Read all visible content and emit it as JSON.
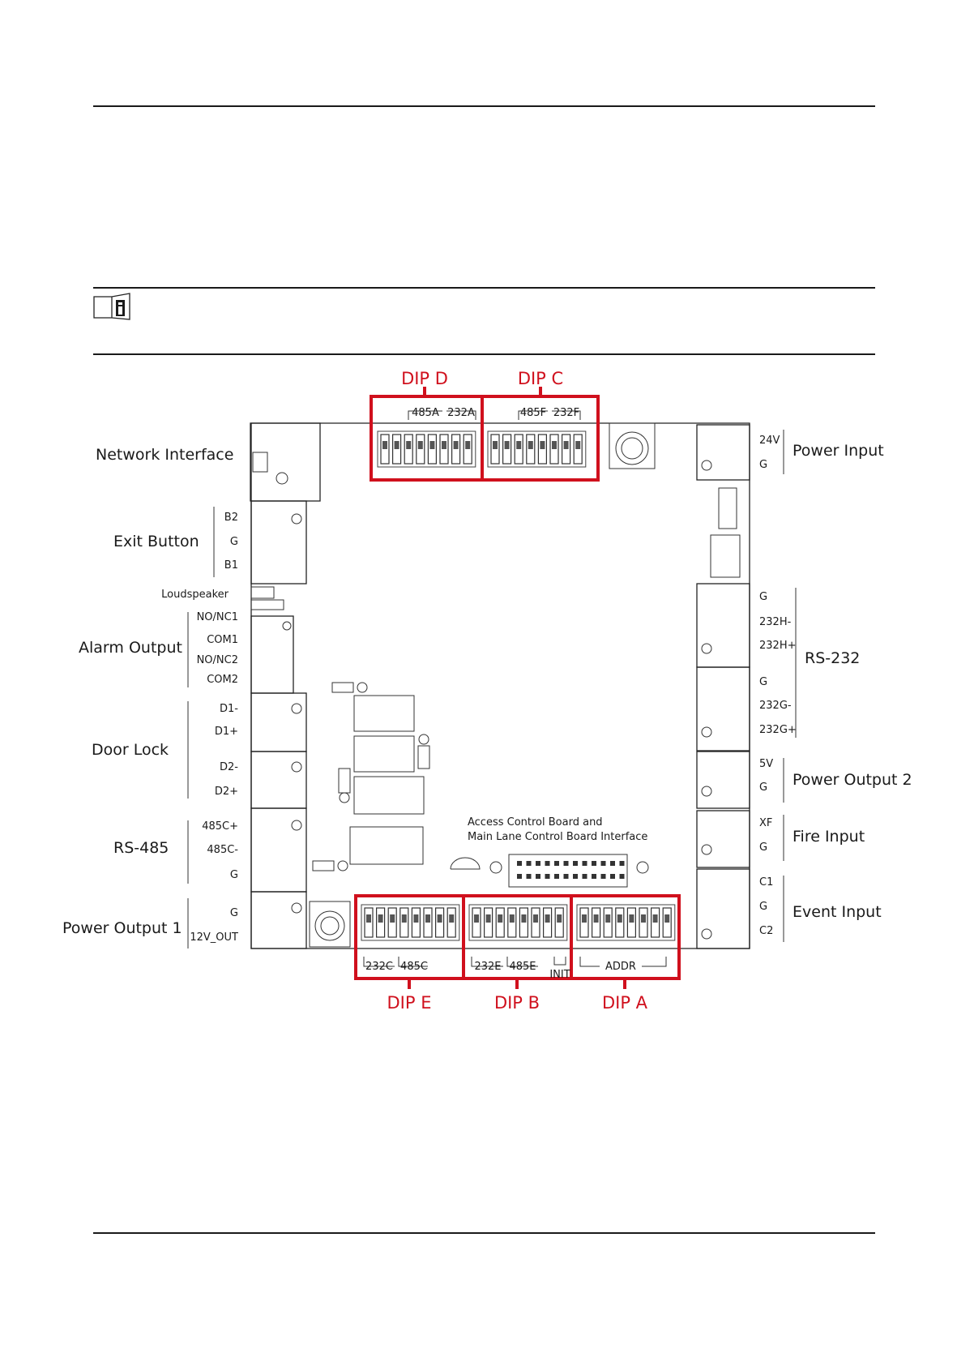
{
  "note_icon": "info-book-icon",
  "colors": {
    "accent": "#d0101d",
    "line": "#222222"
  },
  "dip_labels": {
    "dip_d": "DIP D",
    "dip_c": "DIP C",
    "dip_e": "DIP E",
    "dip_b": "DIP B",
    "dip_a": "DIP A"
  },
  "dip_sub": {
    "d1": "485A",
    "d2": "232A",
    "c1": "485F",
    "c2": "232F",
    "e1": "232C",
    "e2": "485C",
    "b1": "232E",
    "b2": "485E",
    "b3": "INIT",
    "a1": "ADDR"
  },
  "left": {
    "network": "Network Interface",
    "exit": {
      "title": "Exit Button",
      "pins": [
        "B2",
        "G",
        "B1"
      ]
    },
    "loudspeaker": "Loudspeaker",
    "alarm": {
      "title": "Alarm Output",
      "pins": [
        "NO/NC1",
        "COM1",
        "NO/NC2",
        "COM2"
      ]
    },
    "door": {
      "title": "Door Lock",
      "pins": [
        "D1-",
        "D1+",
        "D2-",
        "D2+"
      ]
    },
    "rs485": {
      "title": "RS-485",
      "pins": [
        "485C+",
        "485C-",
        "G"
      ]
    },
    "power1": {
      "title": "Power Output 1",
      "pins": [
        "G",
        "12V_OUT"
      ]
    }
  },
  "right": {
    "power_input": {
      "title": "Power Input",
      "pins": [
        "24V",
        "G"
      ]
    },
    "rs232": {
      "title": "RS-232",
      "pins": [
        "G",
        "232H-",
        "232H+",
        "G",
        "232G-",
        "232G+"
      ]
    },
    "power2": {
      "title": "Power Output 2",
      "pins": [
        "5V",
        "G"
      ]
    },
    "fire": {
      "title": "Fire Input",
      "pins": [
        "XF",
        "G"
      ]
    },
    "event": {
      "title": "Event Input",
      "pins": [
        "C1",
        "G",
        "C2"
      ]
    }
  },
  "interface_label": [
    "Access Control Board and",
    "Main Lane Control Board Interface"
  ]
}
